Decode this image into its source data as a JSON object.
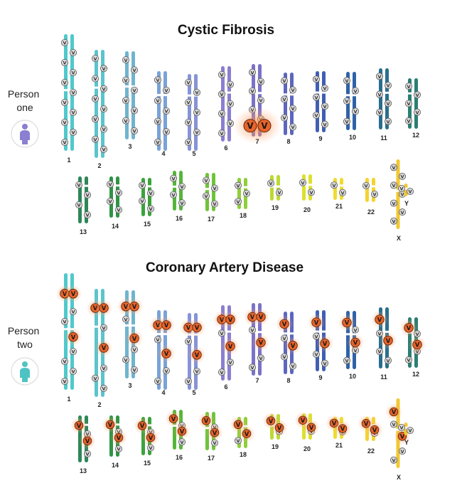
{
  "panels": [
    {
      "title": "Cystic Fibrosis",
      "person": "Person\none",
      "variant_marker": "V",
      "colors": {
        "benign": "#d9d9d9",
        "risk": "#e8632a",
        "icon": "#8a7fd0"
      }
    },
    {
      "title": "Coronary Artery Disease",
      "person": "Person\ntwo",
      "variant_marker": "V",
      "colors": {
        "benign": "#d9d9d9",
        "risk": "#e8632a",
        "icon": "#4fc3c3"
      }
    }
  ],
  "chromosomes": [
    {
      "label": "1",
      "color": "#4fc9cc"
    },
    {
      "label": "2",
      "color": "#5cc4cc"
    },
    {
      "label": "3",
      "color": "#6fb4cf"
    },
    {
      "label": "4",
      "color": "#7aa2d6"
    },
    {
      "label": "5",
      "color": "#8693d6"
    },
    {
      "label": "6",
      "color": "#8a7fd0"
    },
    {
      "label": "7",
      "color": "#7b72c9"
    },
    {
      "label": "8",
      "color": "#5b66c0"
    },
    {
      "label": "9",
      "color": "#3f5fb3"
    },
    {
      "label": "10",
      "color": "#2f62a8"
    },
    {
      "label": "11",
      "color": "#2a6e8e"
    },
    {
      "label": "12",
      "color": "#2b7f74"
    },
    {
      "label": "13",
      "color": "#2d8757"
    },
    {
      "label": "14",
      "color": "#2f9444"
    },
    {
      "label": "15",
      "color": "#3aa33a"
    },
    {
      "label": "16",
      "color": "#55b63a"
    },
    {
      "label": "17",
      "color": "#6fc43a"
    },
    {
      "label": "18",
      "color": "#8fcf3a"
    },
    {
      "label": "19",
      "color": "#bcd934"
    },
    {
      "label": "20",
      "color": "#dde02e"
    },
    {
      "label": "21",
      "color": "#eedc2e"
    },
    {
      "label": "22",
      "color": "#f4d331"
    },
    {
      "label": "X",
      "color": "#f2c731"
    },
    {
      "label": "Y",
      "color": "#f2c731"
    }
  ],
  "risk_variants": {
    "cystic_fibrosis": {
      "chromosome": "7",
      "count": 2
    },
    "coronary_artery_disease": {
      "chromosomes": [
        "1",
        "2",
        "3",
        "4",
        "5",
        "6",
        "7",
        "8",
        "9",
        "10",
        "11",
        "12",
        "13",
        "14",
        "15",
        "16",
        "17",
        "18",
        "19",
        "20",
        "21",
        "22",
        "X"
      ]
    }
  }
}
